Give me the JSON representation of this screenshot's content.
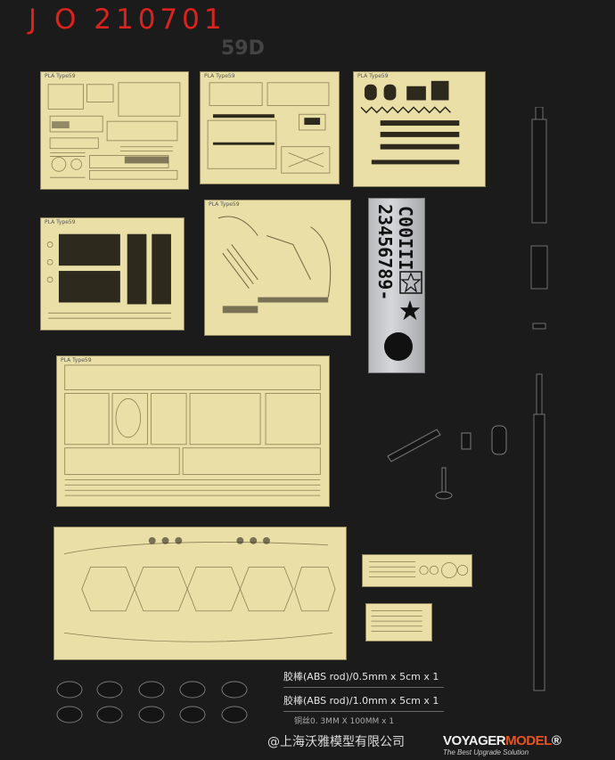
{
  "header": {
    "product_code": "J O  210701",
    "model_name": "59D"
  },
  "frets": {
    "label_a": "PLA Type59",
    "label_b": "PLA Type59",
    "label_c": "PLA Type59",
    "label_d": "PLA Type59",
    "label_e": "PLA Type59",
    "label_f": "PLA Type59"
  },
  "decal_plate": {
    "lines": [
      "C00III",
      "23456789-"
    ]
  },
  "rods": [
    {
      "label": "胶棒(ABS rod)/0.5mm x 5cm x 1"
    },
    {
      "label": "胶棒(ABS rod)/1.0mm x 5cm x 1"
    },
    {
      "label": "铜丝0. 3MM X 100MM x 1"
    }
  ],
  "watermark": "@上海沃雅模型有限公司",
  "brand": {
    "name_part1": "VOYAGER",
    "name_part2": "MODEL",
    "registered": "®",
    "slogan": "The Best Upgrade Solution"
  },
  "colors": {
    "background": "#1c1b1b",
    "title_red": "#d8231e",
    "brass": "#eadfa7"
  }
}
